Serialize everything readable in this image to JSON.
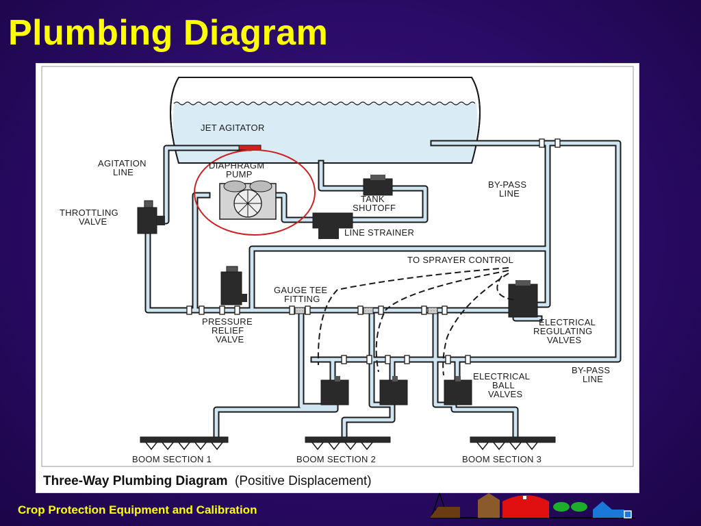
{
  "slide": {
    "title": "Plumbing Diagram",
    "footer": "Crop Protection Equipment and Calibration"
  },
  "diagram": {
    "caption_bold": "Three-Way Plumbing Diagram",
    "caption_rest": "(Positive Displacement)",
    "labels": {
      "jet_agitator": "JET AGITATOR",
      "agitation_line_1": "AGITATION",
      "agitation_line_2": "LINE",
      "diaphragm_pump_1": "DIAPHRAGM",
      "diaphragm_pump_2": "PUMP",
      "throttling_valve_1": "THROTTLING",
      "throttling_valve_2": "VALVE",
      "tank_shutoff_1": "TANK",
      "tank_shutoff_2": "SHUTOFF",
      "line_strainer": "LINE STRAINER",
      "bypass_line_top_1": "BY-PASS",
      "bypass_line_top_2": "LINE",
      "to_sprayer_control": "TO SPRAYER CONTROL",
      "gauge_tee_fitting_1": "GAUGE TEE",
      "gauge_tee_fitting_2": "FITTING",
      "pressure_relief_valve_1": "PRESSURE",
      "pressure_relief_valve_2": "RELIEF",
      "pressure_relief_valve_3": "VALVE",
      "electrical_regulating_valves_1": "ELECTRICAL",
      "electrical_regulating_valves_2": "REGULATING",
      "electrical_regulating_valves_3": "VALVES",
      "bypass_line_bottom_1": "BY-PASS",
      "bypass_line_bottom_2": "LINE",
      "electrical_ball_valves_1": "ELECTRICAL",
      "electrical_ball_valves_2": "BALL",
      "electrical_ball_valves_3": "VALVES",
      "boom_section_1": "BOOM SECTION 1",
      "boom_section_2": "BOOM SECTION 2",
      "boom_section_3": "BOOM SECTION 3"
    }
  },
  "colors": {
    "title_text": "#ffff00",
    "background": "#2a0b66",
    "pipe_fill": "#cfe6f2",
    "pipe_outline": "#1a1a1a",
    "tank_fill": "#d9ecf6",
    "highlight_circle": "#cc1f1f"
  }
}
